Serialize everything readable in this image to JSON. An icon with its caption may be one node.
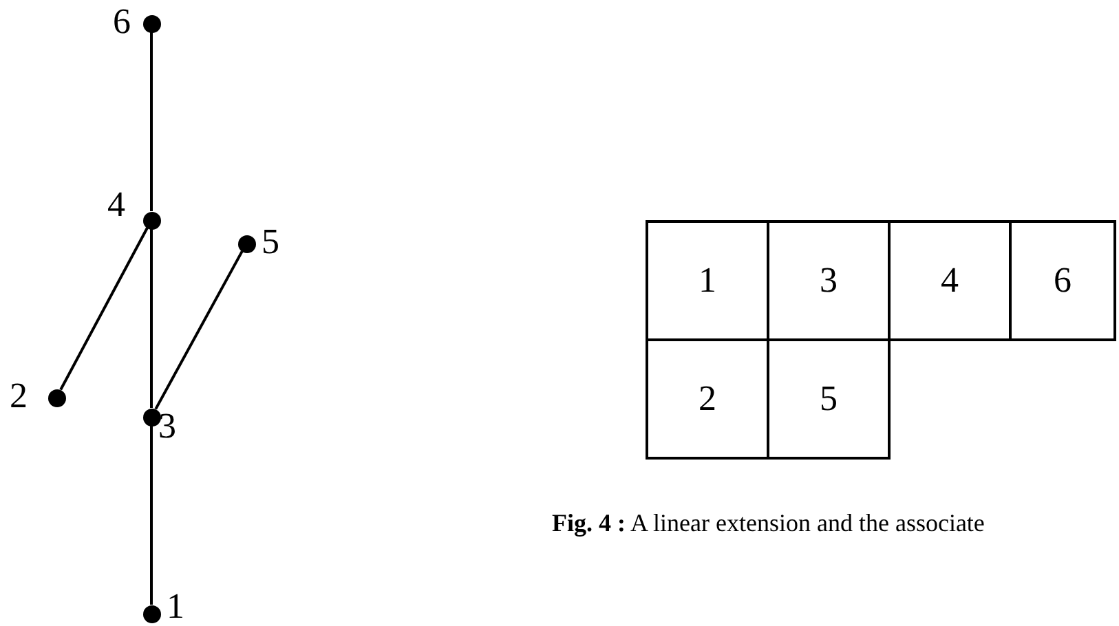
{
  "diagram": {
    "caption": "**Fig. 4 :** A linear extension and the associate",
    "nodes": [
      {
        "text": [],
        "shape": "circle",
        "beside": [
          "6"
        ]
      },
      {
        "text": [],
        "shape": "circle",
        "beside": [
          "4"
        ]
      },
      {
        "text": [],
        "shape": "circle",
        "beside": [
          "5"
        ]
      },
      {
        "text": [],
        "shape": "circle",
        "beside": [
          "2"
        ]
      },
      {
        "text": [],
        "shape": "circle",
        "beside": [
          "3"
        ]
      },
      {
        "text": [],
        "shape": "circle",
        "beside": [
          "1"
        ]
      },
      {
        "text": [
          "1"
        ]
      },
      {
        "text": [
          "3"
        ]
      },
      {
        "text": [
          "4"
        ]
      },
      {
        "text": [
          "6"
        ]
      },
      {
        "text": [
          "2"
        ]
      },
      {
        "text": [
          "5"
        ]
      }
    ],
    "edges": [
      {
        "from": 0,
        "to": 1,
        "arrow": "none"
      },
      {
        "from": 1,
        "to": 4,
        "arrow": "none"
      },
      {
        "from": 4,
        "to": 5,
        "arrow": "none"
      },
      {
        "from": 1,
        "to": 3,
        "arrow": "none"
      },
      {
        "from": 4,
        "to": 2,
        "arrow": "none"
      }
    ]
  }
}
